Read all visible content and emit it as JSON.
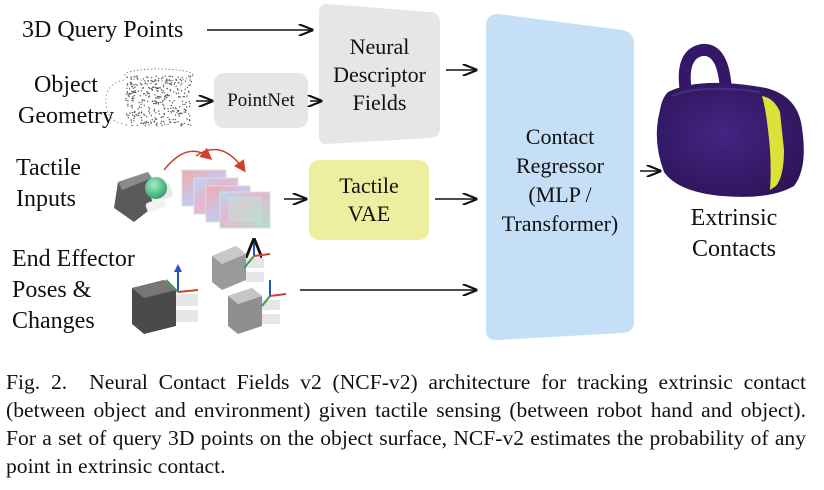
{
  "inputs": {
    "query_points": "3D Query Points",
    "object_geometry": [
      "Object",
      "Geometry"
    ],
    "tactile_inputs": [
      "Tactile",
      "Inputs"
    ],
    "end_effector": [
      "End Effector",
      "Poses &",
      "Changes"
    ]
  },
  "modules": {
    "pointnet": "PointNet",
    "ndf": [
      "Neural",
      "Descriptor",
      "Fields"
    ],
    "tactile_vae": [
      "Tactile",
      "VAE"
    ],
    "regressor": [
      "Contact",
      "Regressor",
      "(MLP /",
      "Transformer)"
    ]
  },
  "output": [
    "Extrinsic",
    "Contacts"
  ],
  "caption": {
    "fig": "Fig. 2.",
    "text": "Neural Contact Fields v2 (NCF-v2) architecture for tracking extrinsic contact (between object and environment) given tactile sensing (between robot hand and object). For a set of query 3D points on the object surface, NCF-v2 estimates the probability of any point in extrinsic contact."
  },
  "colors": {
    "ndf": "#e6e6e6",
    "pointnet": "#e6e6e6",
    "tactile_vae": "#eeeea0",
    "regressor": "#c4dff6",
    "mug_body": "#3b1c6e",
    "contact_highlight": "#dde23a"
  }
}
